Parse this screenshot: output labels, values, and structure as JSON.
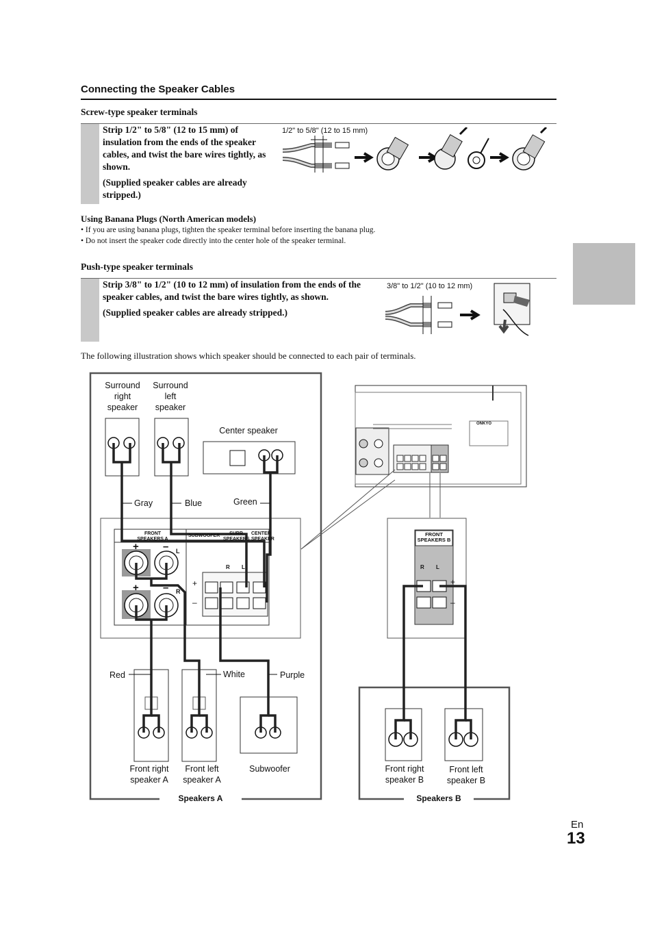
{
  "section_title": "Connecting the Speaker Cables",
  "screw": {
    "heading": "Screw-type speaker terminals",
    "step_text": "Strip 1/2\" to 5/8\" (12 to 15 mm) of insulation from the ends of the speaker cables, and twist the bare wires tightly, as shown.",
    "step_note": "(Supplied speaker cables are already stripped.)",
    "measure_label": "1/2\" to 5/8\" (12 to 15 mm)"
  },
  "banana": {
    "heading": "Using Banana Plugs (North American models)",
    "bullets": [
      "If you are using banana plugs, tighten the speaker terminal before inserting the banana plug.",
      "Do not insert the speaker code directly into the center hole of the speaker terminal."
    ]
  },
  "push": {
    "heading": "Push-type speaker terminals",
    "step_text": "Strip 3/8\" to 1/2\" (10 to 12 mm) of insulation from the ends of the speaker cables, and twist the bare wires tightly, as shown.",
    "step_note": "(Supplied speaker cables are already stripped.)",
    "measure_label": "3/8\" to 1/2\" (10 to 12 mm)"
  },
  "intro": "The following illustration shows which speaker should be connected to each pair of terminals.",
  "diagram": {
    "surround_right": "Surround right speaker",
    "surround_left": "Surround left speaker",
    "center": "Center speaker",
    "wire_gray": "Gray",
    "wire_blue": "Blue",
    "wire_green": "Green",
    "wire_red": "Red",
    "wire_white": "White",
    "wire_purple": "Purple",
    "front_right_a": "Front right speaker A",
    "front_left_a": "Front left speaker A",
    "subwoofer": "Subwoofer",
    "front_right_b": "Front right speaker B",
    "front_left_b": "Front left speaker B",
    "speakers_a": "Speakers A",
    "speakers_b": "Speakers B",
    "panel_front_a": "FRONT SPEAKERS A",
    "panel_subwoofer": "SUBWOOFER",
    "panel_surr": "SURR SPEAKERS",
    "panel_center": "CENTER SPEAKER",
    "panel_front_b": "FRONT SPEAKERS B",
    "mark_r": "R",
    "mark_l": "L",
    "mark_plus": "+",
    "mark_minus": "–",
    "brand": "ONKYO"
  },
  "footer": {
    "lang": "En",
    "page": "13"
  }
}
